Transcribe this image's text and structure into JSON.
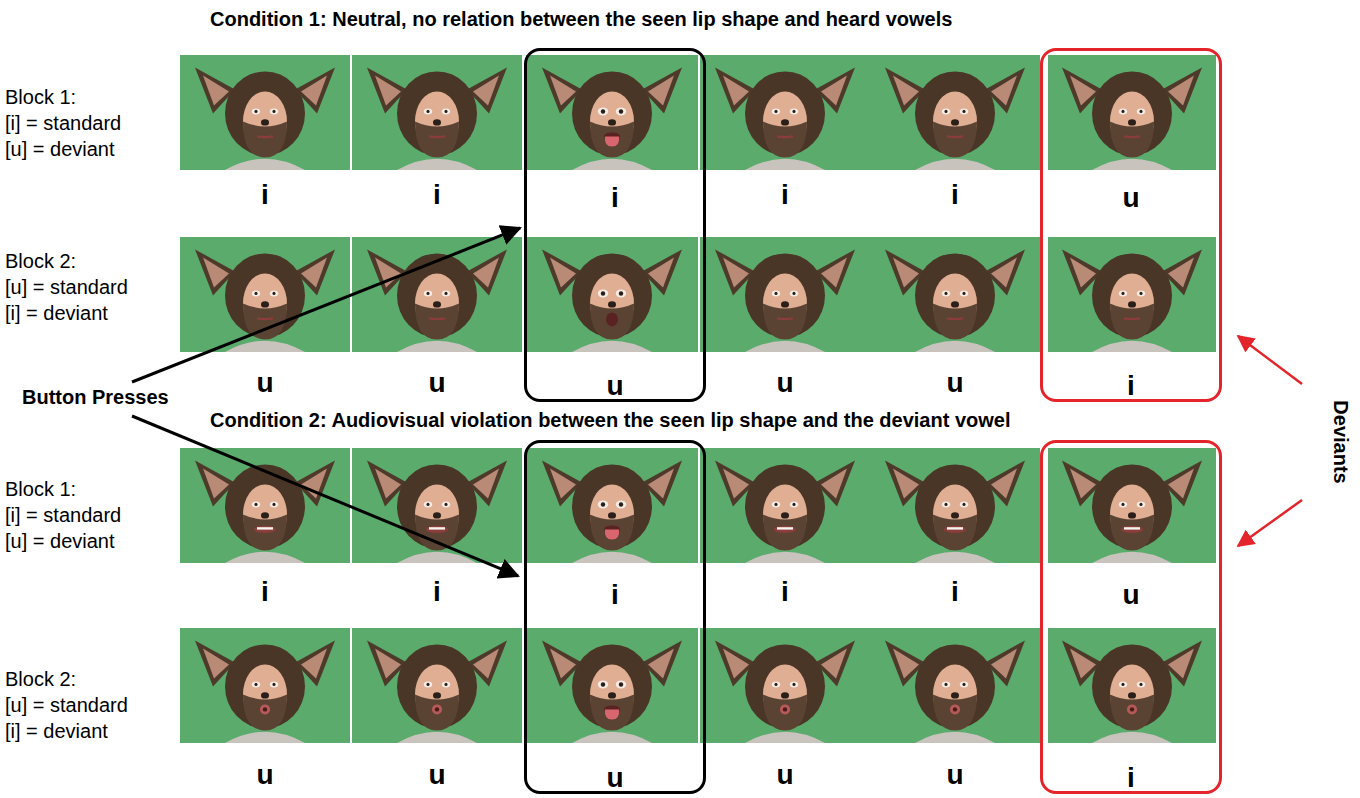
{
  "diagram": {
    "title": "Condition 1: Neutral, no relation between the seen lip shape and heard vowels",
    "nodes": [
      {
        "text": [
          "i",
          "u"
        ]
      },
      {
        "text": [
          "u",
          "i"
        ]
      },
      {
        "text": [
          "i",
          "u"
        ]
      },
      {
        "text": [
          "u",
          "i"
        ]
      }
    ],
    "labels": [
      "Block 1:",
      "[i] = standard",
      "[u] = deviant",
      "Block 2:",
      "[u] = standard",
      "[i] = deviant",
      "Button Presses",
      "Condition 2: Audiovisual violation between the seen lip shape and the deviant vowel",
      "Block 1:",
      "[i] = standard",
      "[u] = deviant",
      "Block 2:",
      "[u] = standard",
      "[i] = deviant",
      "Deviants",
      "i",
      "i",
      "i",
      "i",
      "u",
      "u",
      "u",
      "u",
      "i",
      "i",
      "i",
      "i",
      "u",
      "u",
      "u",
      "u"
    ]
  }
}
